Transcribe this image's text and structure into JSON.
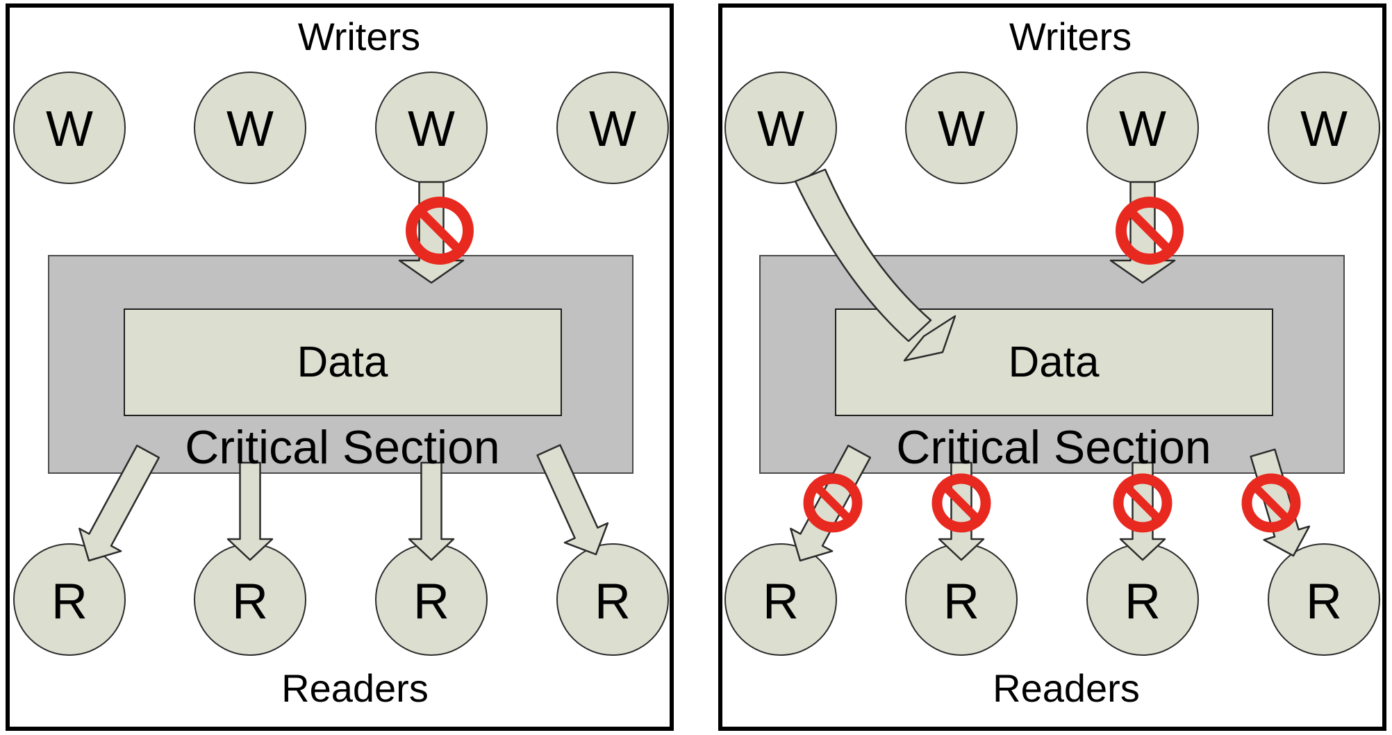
{
  "diagram": {
    "topic": "Readers-Writers problem: reading and writing access to a shared critical section",
    "colors": {
      "node_fill": "#dcdfd0",
      "critical_section_fill": "#c1c1c1",
      "prohibition_red": "#e8291f",
      "outline_black": "#000000",
      "background": "#ffffff"
    },
    "panels": [
      {
        "name": "readers-reading",
        "writers_label": "Writers",
        "readers_label": "Readers",
        "data_label": "Data",
        "critical_section_label": "Critical Section",
        "writer_nodes": [
          "W",
          "W",
          "W",
          "W"
        ],
        "reader_nodes": [
          "R",
          "R",
          "R",
          "R"
        ],
        "arrows": [
          {
            "from": "writer-3",
            "to": "critical-section",
            "blocked": true
          },
          {
            "from": "critical-section",
            "to": "reader-1",
            "blocked": false
          },
          {
            "from": "critical-section",
            "to": "reader-2",
            "blocked": false
          },
          {
            "from": "critical-section",
            "to": "reader-3",
            "blocked": false
          },
          {
            "from": "critical-section",
            "to": "reader-4",
            "blocked": false
          }
        ]
      },
      {
        "name": "writer-writing",
        "writers_label": "Writers",
        "readers_label": "Readers",
        "data_label": "Data",
        "critical_section_label": "Critical Section",
        "writer_nodes": [
          "W",
          "W",
          "W",
          "W"
        ],
        "reader_nodes": [
          "R",
          "R",
          "R",
          "R"
        ],
        "arrows": [
          {
            "from": "writer-1",
            "to": "data",
            "blocked": false
          },
          {
            "from": "writer-3",
            "to": "critical-section",
            "blocked": true
          },
          {
            "from": "critical-section",
            "to": "reader-1",
            "blocked": true
          },
          {
            "from": "critical-section",
            "to": "reader-2",
            "blocked": true
          },
          {
            "from": "critical-section",
            "to": "reader-3",
            "blocked": true
          },
          {
            "from": "critical-section",
            "to": "reader-4",
            "blocked": true
          }
        ]
      }
    ]
  }
}
